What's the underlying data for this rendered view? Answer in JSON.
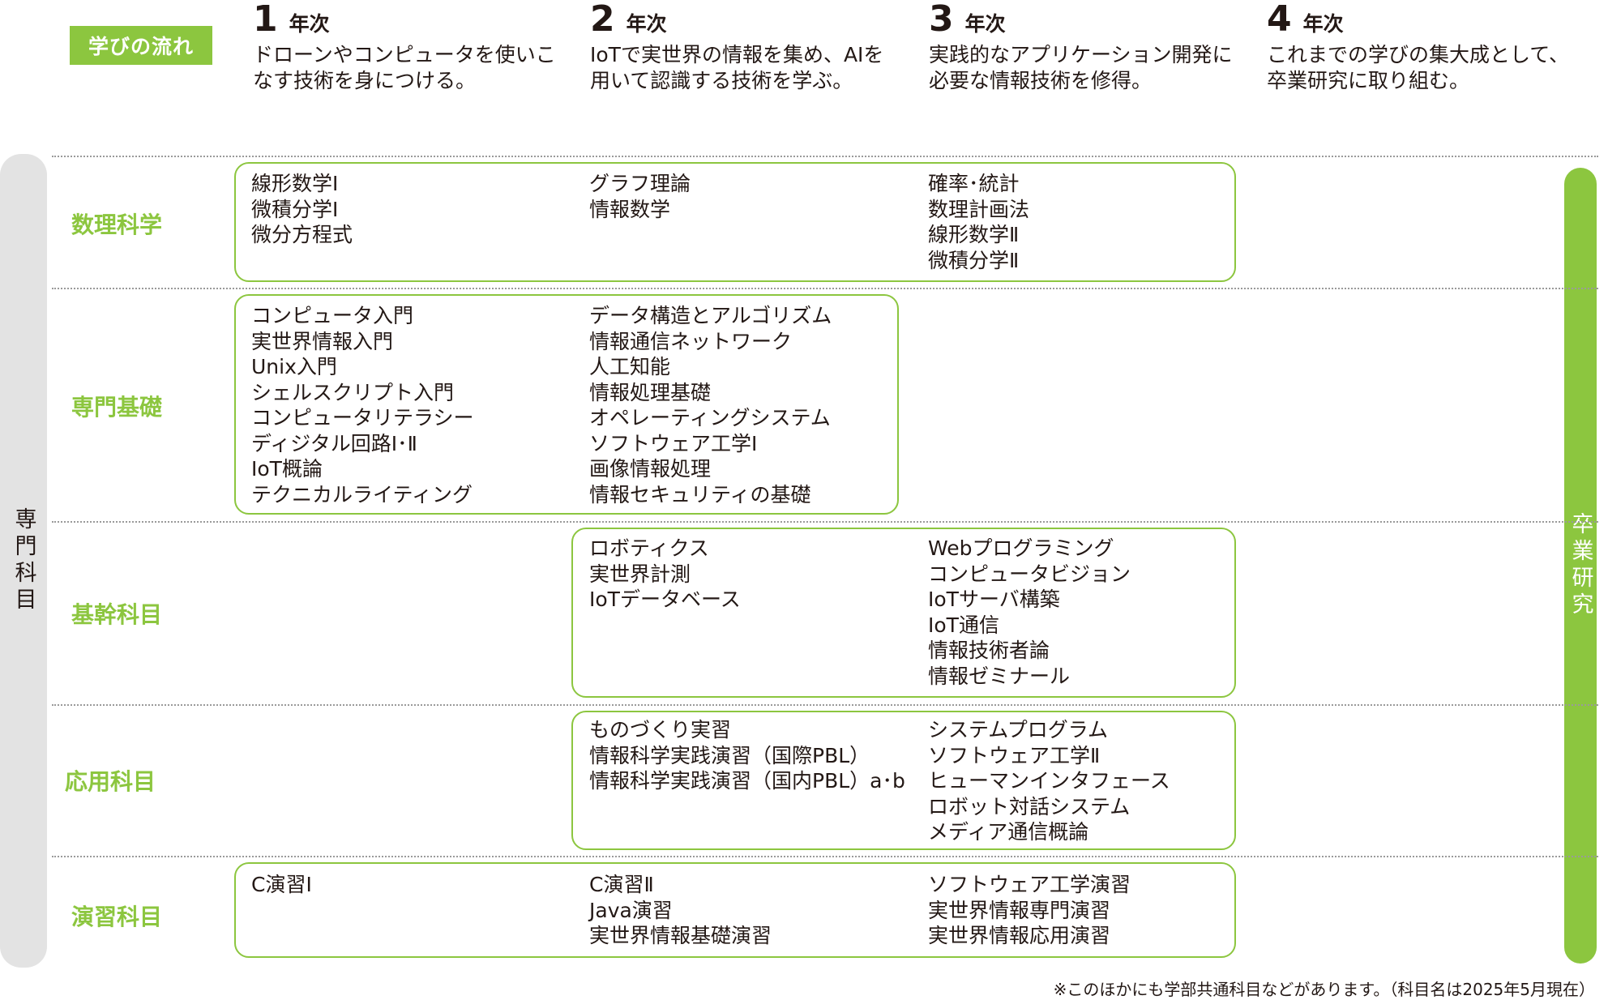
{
  "header": {
    "flow_label": "学びの流れ",
    "years": [
      {
        "num": "1",
        "suffix": "年次",
        "desc": "ドローンやコンピュータを使いこ\nなす技術を身につける。"
      },
      {
        "num": "2",
        "suffix": "年次",
        "desc": "IoTで実世界の情報を集め、AIを\n用いて認識する技術を学ぶ。"
      },
      {
        "num": "3",
        "suffix": "年次",
        "desc": "実践的なアプリケーション開発に\n必要な情報技術を修得。"
      },
      {
        "num": "4",
        "suffix": "年次",
        "desc": "これまでの学びの集大成として、\n卒業研究に取り組む。"
      }
    ]
  },
  "left_bar": "専門科目",
  "right_bar": "卒業研究",
  "categories": [
    {
      "label": "数理科学",
      "col1": [
        "線形数学Ⅰ",
        "微積分学Ⅰ",
        "微分方程式"
      ],
      "col2": [
        "グラフ理論",
        "情報数学"
      ],
      "col3": [
        "確率･統計",
        "数理計画法",
        "線形数学Ⅱ",
        "微積分学Ⅱ"
      ]
    },
    {
      "label": "専門基礎",
      "col1": [
        "コンピュータ入門",
        "実世界情報入門",
        "Unix入門",
        "シェルスクリプト入門",
        "コンピュータリテラシー",
        "ディジタル回路Ⅰ･Ⅱ",
        "IoT概論",
        "テクニカルライティング"
      ],
      "col2": [
        "データ構造とアルゴリズム",
        "情報通信ネットワーク",
        "人工知能",
        "情報処理基礎",
        "オペレーティングシステム",
        "ソフトウェア工学Ⅰ",
        "画像情報処理",
        "情報セキュリティの基礎"
      ],
      "col3": []
    },
    {
      "label": "基幹科目",
      "col1": [],
      "col2": [
        "ロボティクス",
        "実世界計測",
        "IoTデータベース"
      ],
      "col3": [
        "Webプログラミング",
        "コンピュータビジョン",
        "IoTサーバ構築",
        "IoT通信",
        "情報技術者論",
        "情報ゼミナール"
      ]
    },
    {
      "label": "応用科目",
      "col1": [],
      "col2": [
        "ものづくり実習",
        "情報科学実践演習（国際PBL）",
        "情報科学実践演習（国内PBL）a･b"
      ],
      "col3": [
        "システムプログラム",
        "ソフトウェア工学Ⅱ",
        "ヒューマンインタフェース",
        "ロボット対話システム",
        "メディア通信概論"
      ]
    },
    {
      "label": "演習科目",
      "col1": [
        "C演習Ⅰ"
      ],
      "col2": [
        "C演習Ⅱ",
        "Java演習",
        "実世界情報基礎演習"
      ],
      "col3": [
        "ソフトウェア工学演習",
        "実世界情報専門演習",
        "実世界情報応用演習"
      ]
    }
  ],
  "footnote": "※このほかにも学部共通科目などがあります。（科目名は2025年5月現在）",
  "colors": {
    "accent": "#8cc63f",
    "side_gray": "#e3e3e3",
    "text": "#231815"
  }
}
